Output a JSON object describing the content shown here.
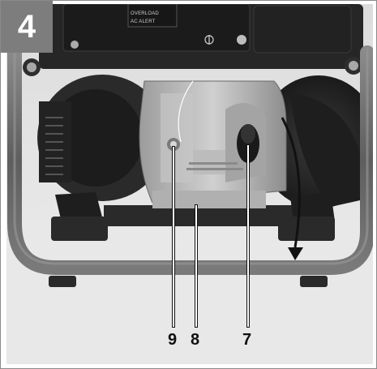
{
  "figure": {
    "number": "4",
    "callouts": [
      {
        "id": "9",
        "label": "9"
      },
      {
        "id": "8",
        "label": "8"
      },
      {
        "id": "7",
        "label": "7"
      }
    ],
    "panel_labels": [
      "OVERLOAD",
      "AC ALERT"
    ]
  },
  "colors": {
    "badge": "#7d7d7d",
    "frame_tube": "#6f6f6f",
    "engine_body": "#b9b9b9",
    "dark_panel": "#2b2b2b"
  }
}
